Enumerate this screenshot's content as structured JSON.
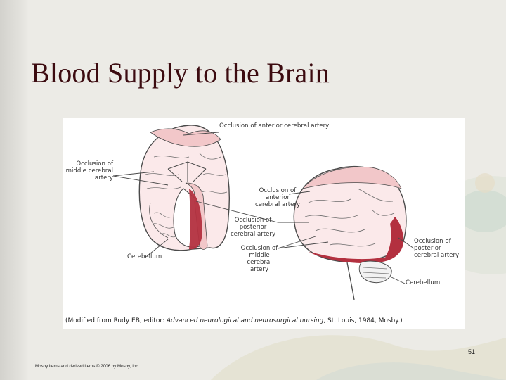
{
  "slide": {
    "title": "Blood Supply to the Brain",
    "page_number": "51",
    "copyright": "Mosby items and derived items © 2006 by Mosby, Inc."
  },
  "figure": {
    "inferior_view": {
      "label_anterior": "Occlusion of anterior cerebral artery",
      "label_middle": "Occlusion of middle cerebral artery",
      "label_cerebellum": "Cerebellum"
    },
    "lateral_view": {
      "label_anterior": "Occlusion of anterior cerebral artery",
      "label_posterior_left": "Occlusion of posterior cerebral artery",
      "label_middle": "Occlusion of middle cerebral artery",
      "label_posterior_right": "Occlusion of posterior cerebral artery",
      "label_cerebellum": "Cerebellum"
    },
    "caption_prefix": "(Modified from Rudy EB, editor: ",
    "caption_book": "Advanced neurological and neurosurgical nursing",
    "caption_suffix": ", St. Louis, 1984, Mosby.)"
  },
  "colors": {
    "title": "#3c0b10",
    "occlusion_red": "#b3303f",
    "occlusion_pink": "#f2c7c9",
    "outline": "#4a4a4a"
  }
}
